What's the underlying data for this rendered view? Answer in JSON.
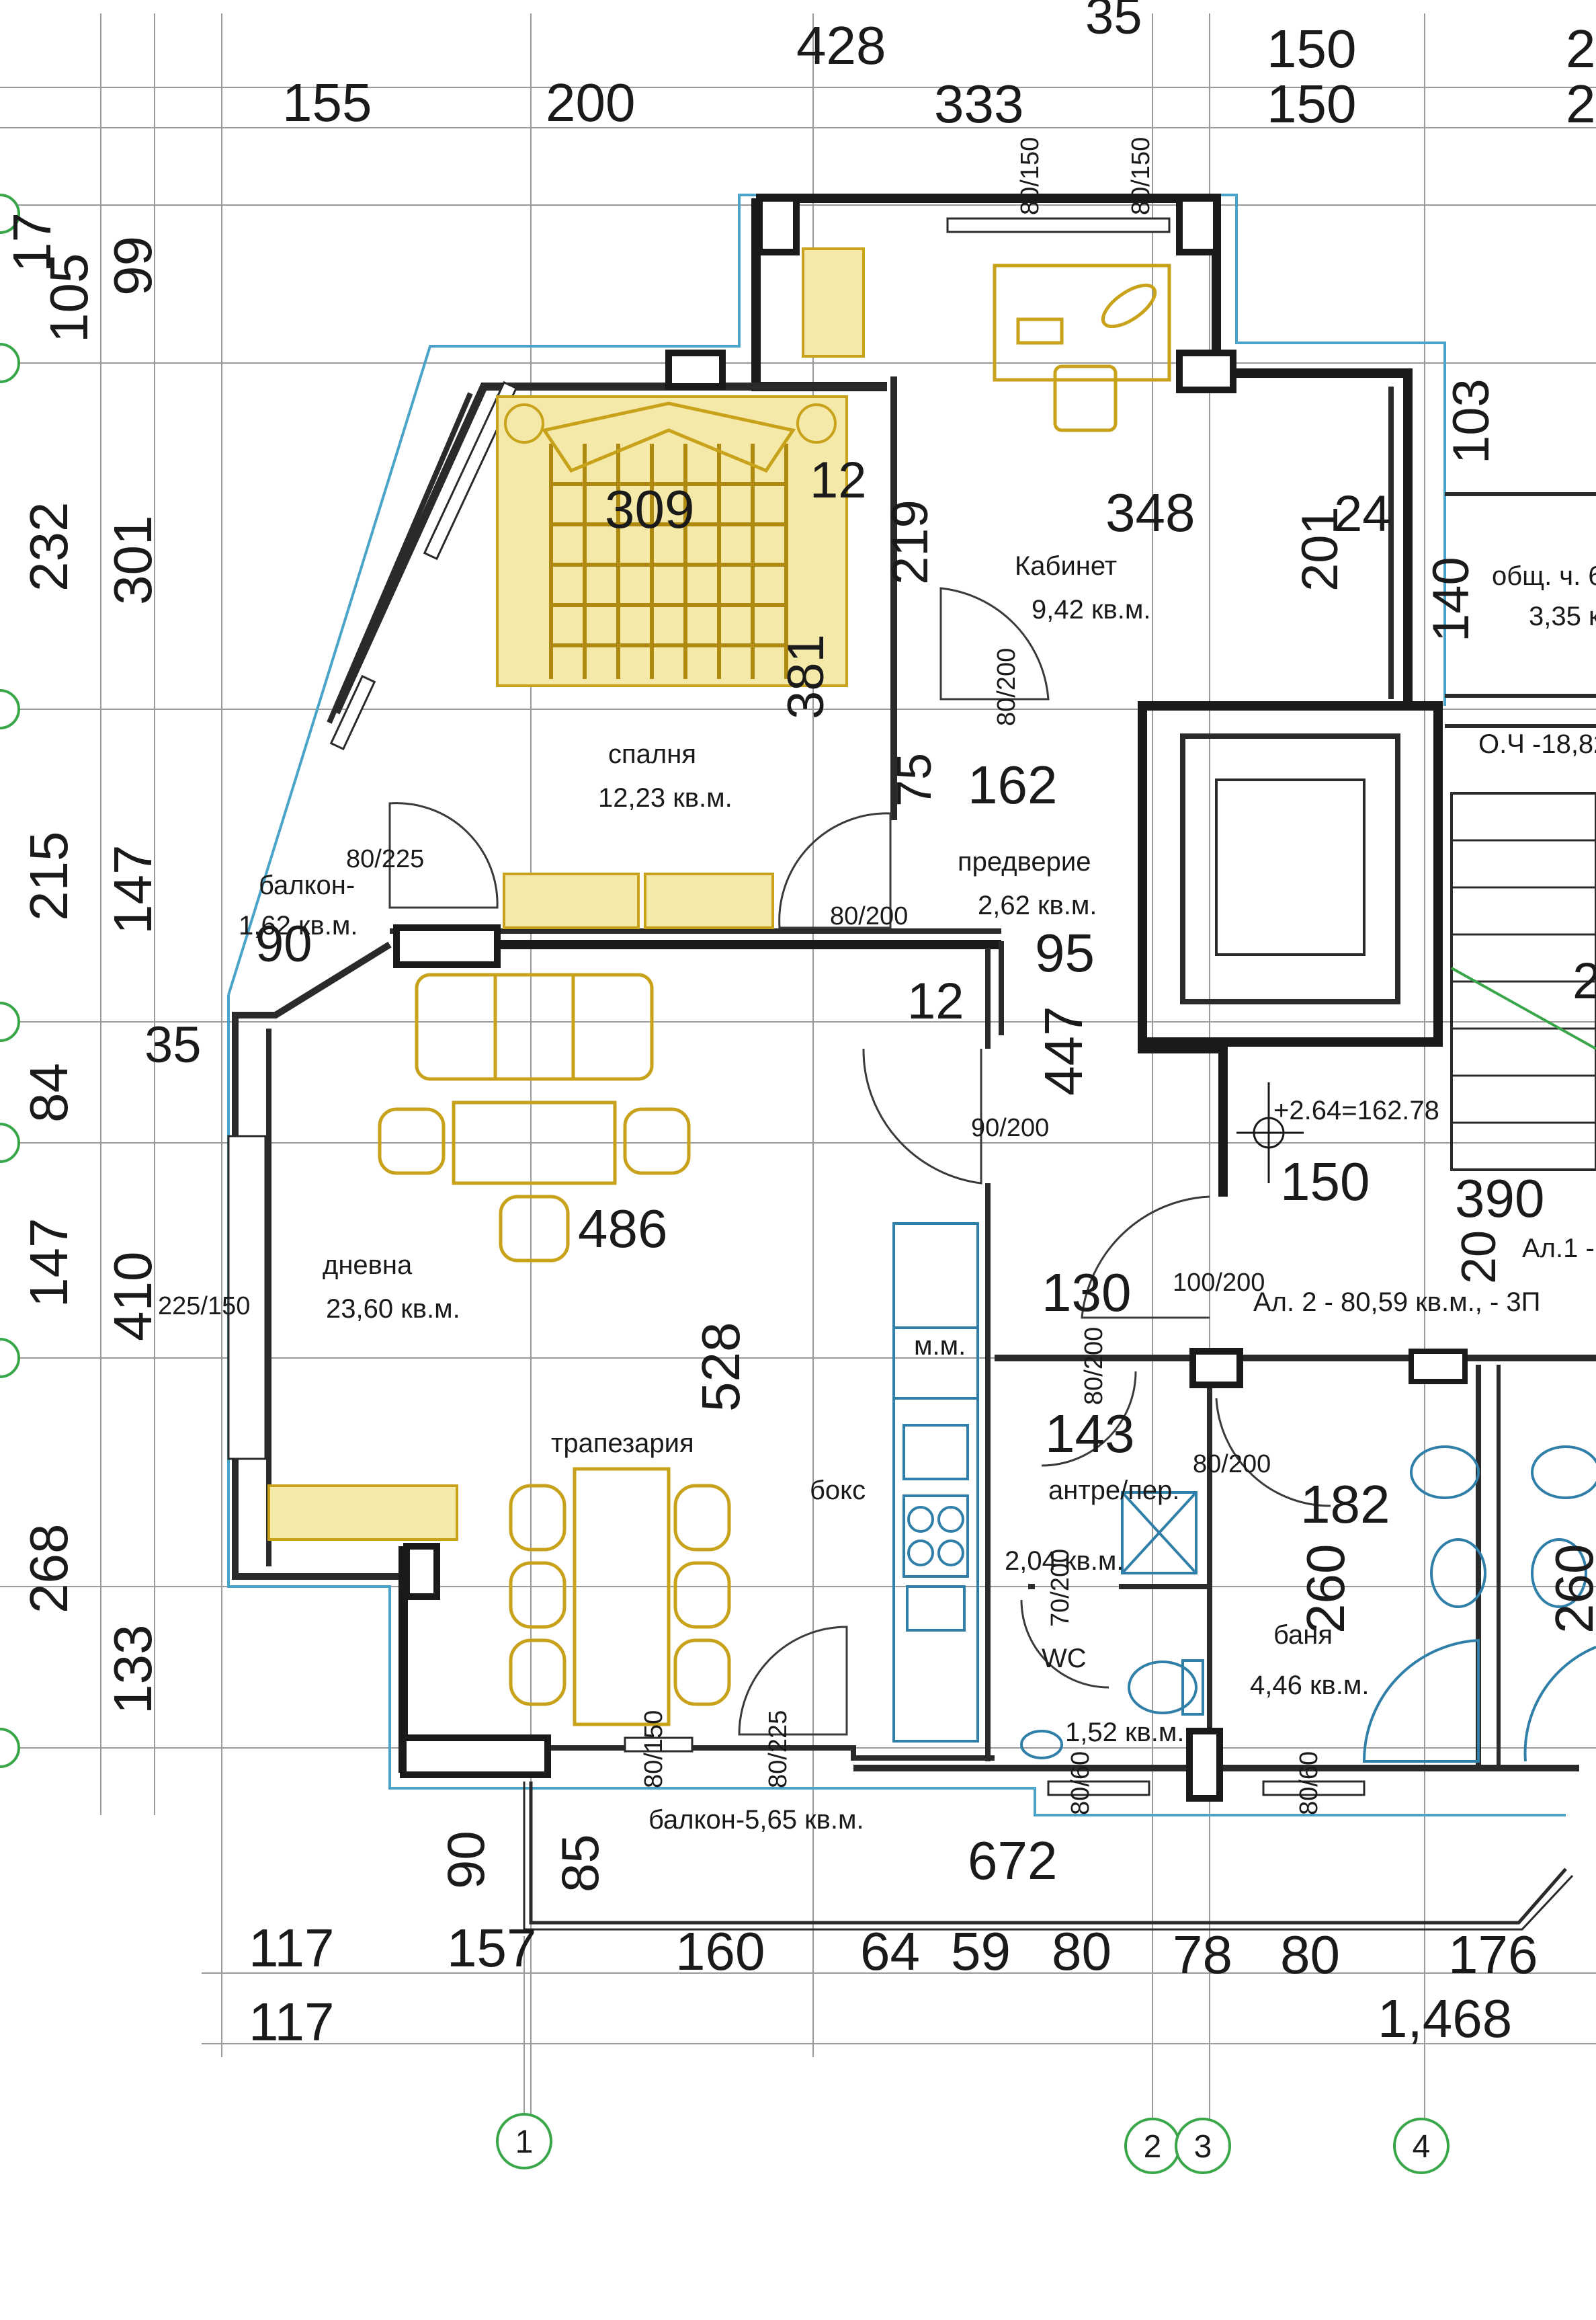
{
  "dimensions_top": [
    "155",
    "200",
    "428",
    "333",
    "35",
    "150",
    "150",
    "2",
    "2"
  ],
  "dimensions_left": [
    "17",
    "105",
    "99",
    "232",
    "301",
    "215",
    "147",
    "35",
    "84",
    "147",
    "410",
    "268",
    "133"
  ],
  "dimensions_bottom": [
    "90",
    "85",
    "117",
    "157",
    "160",
    "64",
    "59",
    "80",
    "78",
    "80",
    "176",
    "117",
    "1,468",
    "672"
  ],
  "interior_numbers": [
    "309",
    "12",
    "348",
    "219",
    "24",
    "201",
    "381",
    "103",
    "140",
    "162",
    "75",
    "95",
    "12",
    "447",
    "486",
    "528",
    "150",
    "390",
    "130",
    "20",
    "143",
    "182",
    "260",
    "260",
    "2"
  ],
  "openings": [
    "80/150",
    "80/150",
    "80/200",
    "80/200",
    "80/225",
    "90/200",
    "225/150",
    "100/200",
    "80/200",
    "80/200",
    "70/200",
    "80/225",
    "80/150",
    "80/60",
    "80/60"
  ],
  "rooms": {
    "bedroom": {
      "name": "спалня",
      "area": "12,23 кв.м."
    },
    "study": {
      "name": "Кабинет",
      "area": "9,42 кв.м."
    },
    "hall": {
      "name": "предверие",
      "area": "2,62 кв.м."
    },
    "living": {
      "name": "дневна",
      "area": "23,60 кв.м."
    },
    "dining": {
      "name": "трапезария"
    },
    "kitchen": {
      "name": "бокс"
    },
    "mm": {
      "name": "м.м."
    },
    "antre": {
      "name": "антре/пер.",
      "area": "2,04 кв.м."
    },
    "wc": {
      "name": "WC",
      "area": "1,52 кв.м."
    },
    "bath": {
      "name": "баня",
      "area": "4,46 кв.м."
    },
    "balcony1": {
      "name": "балкон-",
      "area": "1,62 кв.м."
    },
    "balcony2": {
      "name": "балкон-5,65 кв.м."
    },
    "common": {
      "name": "общ. ч. 6",
      "area": "3,35 к"
    }
  },
  "annotations": {
    "level_mark": "+2.64=162.78",
    "oc": "О.Ч -18,82",
    "apt2": "Ал. 2 - 80,59 кв.м., - 3П",
    "apt1": "Ал.1 -"
  },
  "axes": [
    "1",
    "2",
    "3",
    "4"
  ],
  "colors": {
    "walls": "#1a1a1a",
    "outline": "#4aa3c8",
    "furniture": "#c8a21a",
    "axis_marker": "#3aa64a"
  }
}
